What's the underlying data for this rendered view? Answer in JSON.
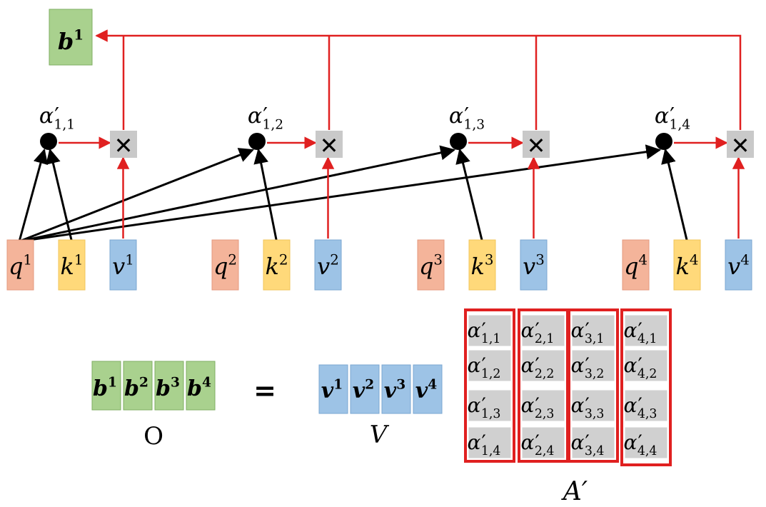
{
  "output_node": {
    "base": "b",
    "sup": "1"
  },
  "weights": [
    {
      "sub": "1,1"
    },
    {
      "sub": "1,2"
    },
    {
      "sub": "1,3"
    },
    {
      "sub": "1,4"
    }
  ],
  "multiply_symbol": "✕",
  "groups": [
    {
      "q": {
        "base": "q",
        "sup": "1"
      },
      "k": {
        "base": "k",
        "sup": "1"
      },
      "v": {
        "base": "v",
        "sup": "1"
      }
    },
    {
      "q": {
        "base": "q",
        "sup": "2"
      },
      "k": {
        "base": "k",
        "sup": "2"
      },
      "v": {
        "base": "v",
        "sup": "2"
      }
    },
    {
      "q": {
        "base": "q",
        "sup": "3"
      },
      "k": {
        "base": "k",
        "sup": "3"
      },
      "v": {
        "base": "v",
        "sup": "3"
      }
    },
    {
      "q": {
        "base": "q",
        "sup": "4"
      },
      "k": {
        "base": "k",
        "sup": "4"
      },
      "v": {
        "base": "v",
        "sup": "4"
      }
    }
  ],
  "equation": {
    "o_cells": [
      {
        "base": "b",
        "sup": "1"
      },
      {
        "base": "b",
        "sup": "2"
      },
      {
        "base": "b",
        "sup": "3"
      },
      {
        "base": "b",
        "sup": "4"
      }
    ],
    "o_label": "O",
    "equals": "=",
    "v_cells": [
      {
        "base": "v",
        "sup": "1"
      },
      {
        "base": "v",
        "sup": "2"
      },
      {
        "base": "v",
        "sup": "3"
      },
      {
        "base": "v",
        "sup": "4"
      }
    ],
    "v_label": "V",
    "a_matrix": [
      [
        "1,1",
        "1,2",
        "1,3",
        "1,4"
      ],
      [
        "2,1",
        "2,2",
        "2,3",
        "2,4"
      ],
      [
        "3,1",
        "3,2",
        "3,3",
        "3,4"
      ],
      [
        "4,1",
        "4,2",
        "4,3",
        "4,4"
      ]
    ],
    "a_label": "A′"
  },
  "colors": {
    "q": "#f4b49a",
    "k": "#ffd97a",
    "v": "#9dc3e6",
    "b": "#a9d18e",
    "cell": "#d0d0d0",
    "red": "#e02020",
    "black": "#000000"
  }
}
